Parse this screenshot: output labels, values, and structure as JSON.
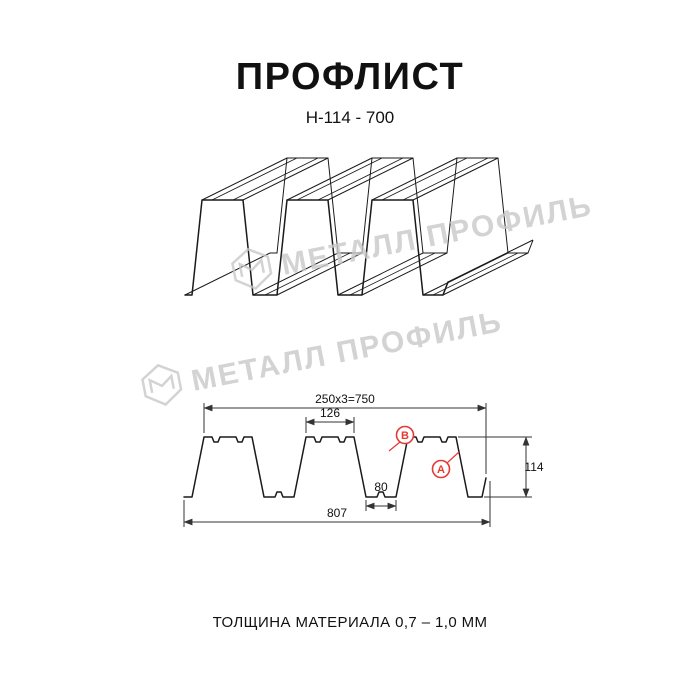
{
  "header": {
    "title": "ПРОФЛИСТ",
    "subtitle": "Н-114 - 700"
  },
  "watermark": {
    "brand": "МЕТАЛЛ ПРОФИЛЬ",
    "logo_icon": "metall-profil-shield-logo"
  },
  "cross_section": {
    "dimensions": {
      "module_width": "250x3=750",
      "rib_top_width": "126",
      "rib_bottom_width": "80",
      "overall_width": "807",
      "profile_height": "114"
    },
    "point_labels": {
      "b": "В",
      "a": "А"
    }
  },
  "footer": {
    "thickness_note": "ТОЛЩИНА МАТЕРИАЛА 0,7 – 1,0 ММ"
  },
  "colors": {
    "accent_red": "#e53935",
    "line": "#1a1a1a",
    "watermark_gray": "#c9c9c9"
  }
}
